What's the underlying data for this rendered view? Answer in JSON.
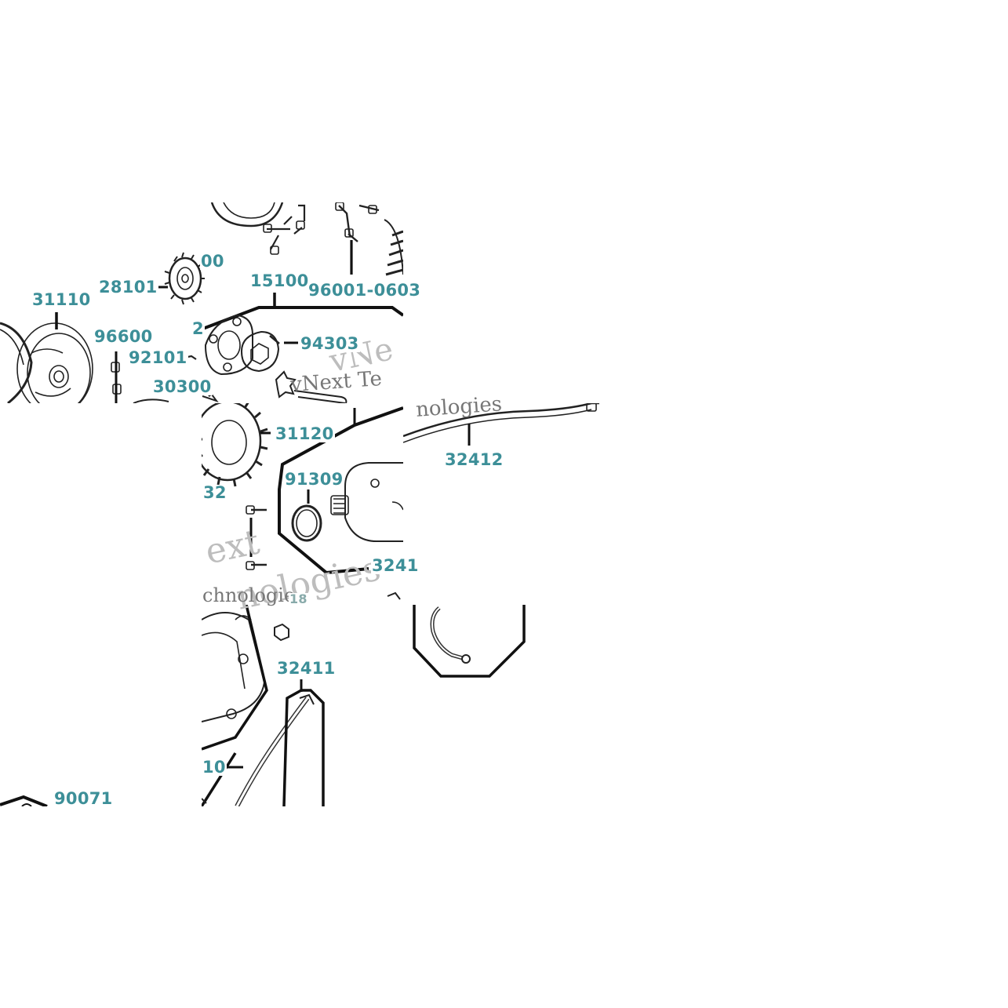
{
  "part_labels": {
    "p31110": "31110",
    "p28101": "28101",
    "p00": "00",
    "p15100": "15100",
    "p96001": "96001-0603",
    "p96600": "96600",
    "p92101": "92101",
    "p2": "2",
    "p94303": "94303",
    "p30300": "30300",
    "p31120": "31120",
    "p32412": "32412",
    "p91309": "91309",
    "p32": "32",
    "p3241": "3241",
    "p18": "18",
    "p32411": "32411",
    "p10": "10",
    "p90071": "90071"
  },
  "watermarks": {
    "w1": "vNext Te",
    "w2": "vNe",
    "w3": "nologies",
    "w4": "ext",
    "w5": "nologies",
    "w6": "chnologie"
  },
  "colors": {
    "label": "#3d8f98",
    "line": "#111111",
    "watermark": "#bdbdbd"
  }
}
